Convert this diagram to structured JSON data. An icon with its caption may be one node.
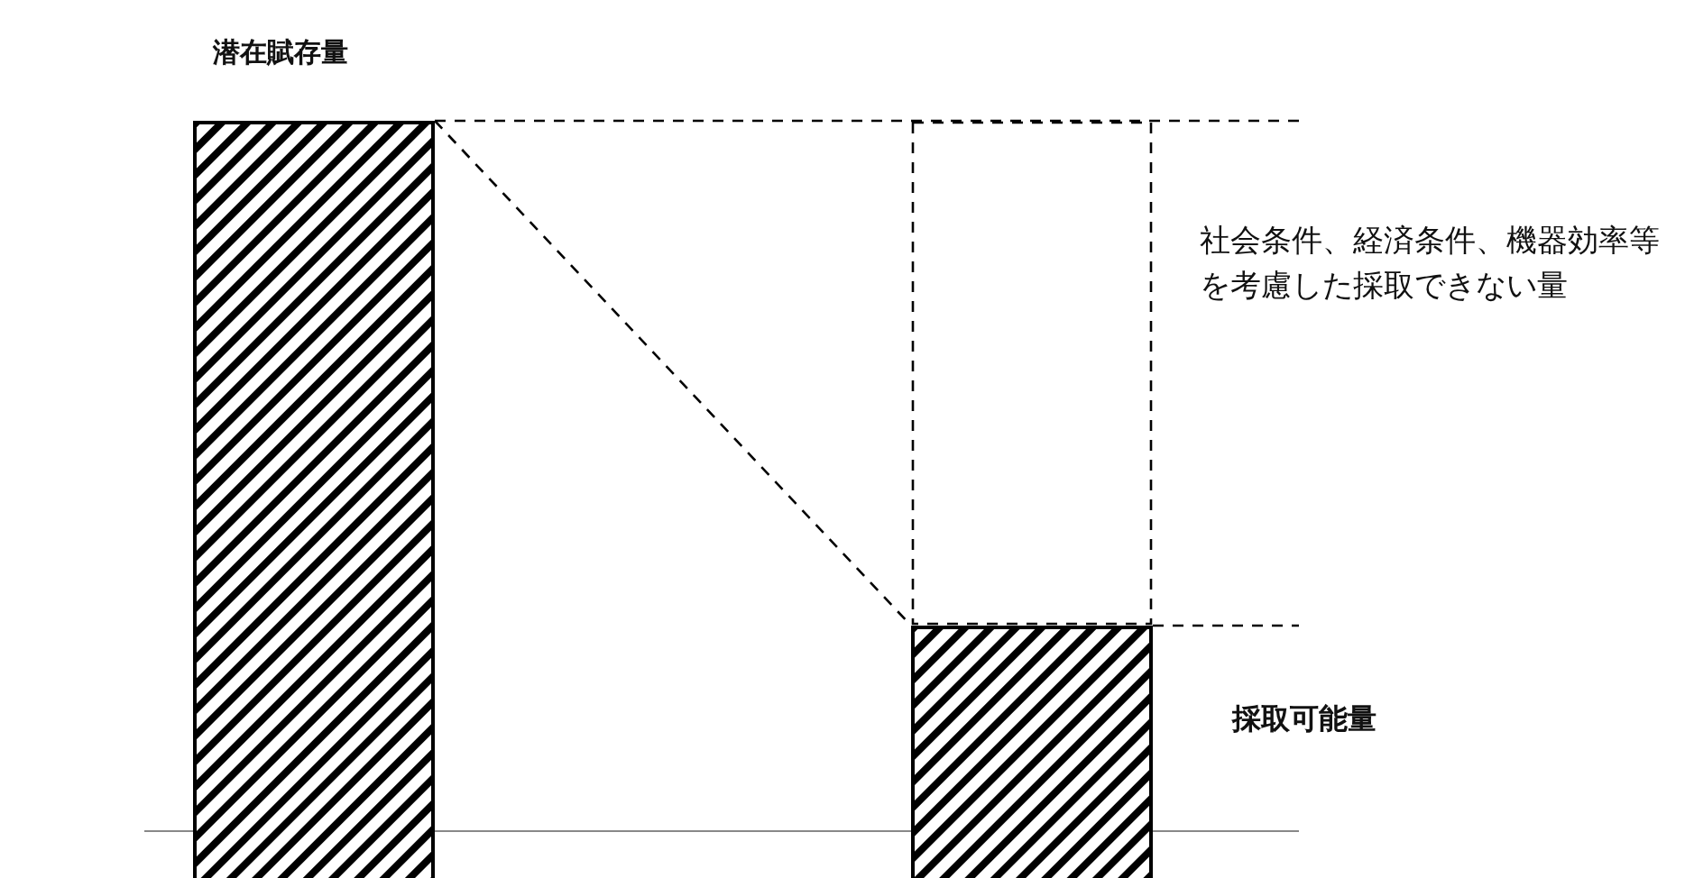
{
  "diagram": {
    "nodes": [
      {
        "text": [
          "潜在賦存量"
        ]
      },
      {
        "text": [
          "社会条件、経済条件、機器効率等を考慮した採取できない量"
        ]
      },
      {
        "text": [
          "採取可能量"
        ]
      }
    ],
    "edges": []
  }
}
